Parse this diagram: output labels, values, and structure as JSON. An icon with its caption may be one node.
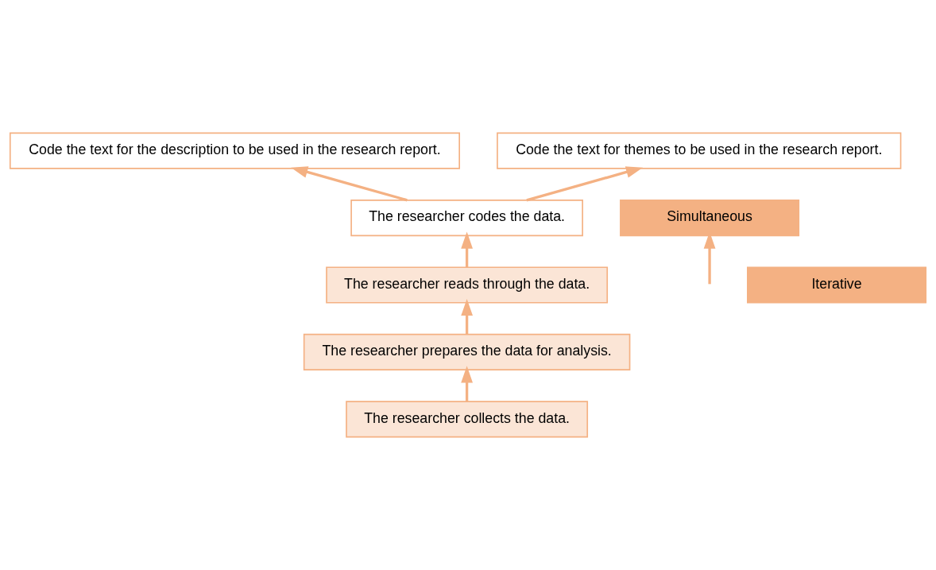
{
  "diagram": {
    "nodes": [
      {
        "text": [
          "Code the text for the description to be used in the research report."
        ]
      },
      {
        "text": [
          "Code the text for themes to be used in the research report."
        ]
      },
      {
        "text": [
          "The researcher codes the data."
        ]
      },
      {
        "text": [
          "Simultaneous"
        ]
      },
      {
        "text": [
          "The researcher reads through the data."
        ]
      },
      {
        "text": [
          "Iterative"
        ]
      },
      {
        "text": [
          "The researcher prepares the data for analysis."
        ]
      },
      {
        "text": [
          "The researcher collects the data."
        ]
      }
    ],
    "edges": [
      {
        "from": 7,
        "to": 6,
        "arrow": "to"
      },
      {
        "from": 6,
        "to": 4,
        "arrow": "to"
      },
      {
        "from": 4,
        "to": 2,
        "arrow": "to"
      },
      {
        "from": 2,
        "to": 0,
        "arrow": "to"
      },
      {
        "from": 2,
        "to": 1,
        "arrow": "to"
      },
      {
        "from": null,
        "to": 3,
        "arrow": "to"
      }
    ]
  }
}
